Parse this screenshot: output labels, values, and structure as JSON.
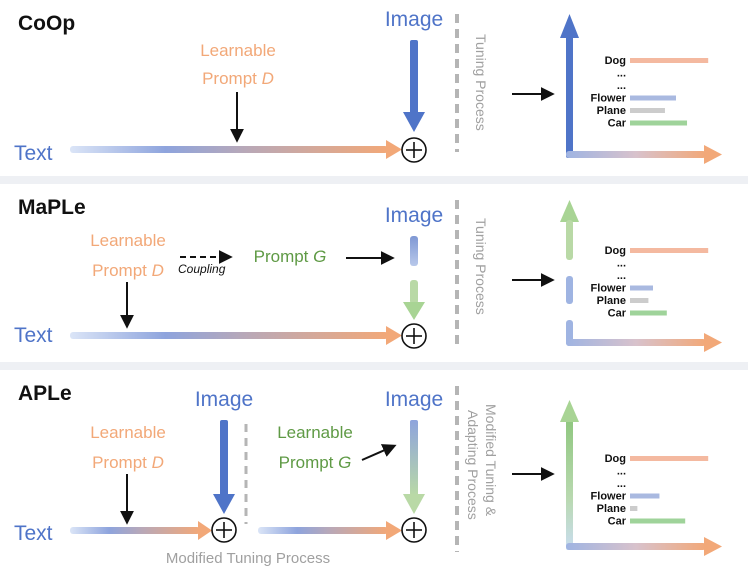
{
  "colors": {
    "panel_bg": "#ffffff",
    "separator": "#eef0f4",
    "blue": "#4f74c8",
    "orange": "#f2a878",
    "green": "#5f9a45",
    "gray": "#9a9a9a",
    "bar_dog": "#f4b9a0",
    "bar_flower": "#a9b9e0",
    "bar_plane": "#cccccc",
    "bar_car": "#9fd39a"
  },
  "coop": {
    "title": "CoOp",
    "prompt_line1": "Learnable",
    "prompt_word": "Prompt",
    "prompt_var": "D",
    "image_label": "Image",
    "text_label": "Text",
    "process_label": "Tuning Process",
    "classes": [
      {
        "name": "Dog",
        "score": 0.85
      },
      {
        "name": "...",
        "score": null
      },
      {
        "name": "...",
        "score": null
      },
      {
        "name": "Flower",
        "score": 0.5
      },
      {
        "name": "Plane",
        "score": 0.38
      },
      {
        "name": "Car",
        "score": 0.62
      }
    ]
  },
  "maple": {
    "title": "MaPLe",
    "prompt_line1": "Learnable",
    "prompt_word": "Prompt",
    "prompt_var": "D",
    "coupling_label": "Coupling",
    "prompt_g_word": "Prompt",
    "prompt_g_var": "G",
    "image_label": "Image",
    "text_label": "Text",
    "process_label": "Tuning Process",
    "classes": [
      {
        "name": "Dog",
        "score": 0.85
      },
      {
        "name": "...",
        "score": null
      },
      {
        "name": "...",
        "score": null
      },
      {
        "name": "Flower",
        "score": 0.25
      },
      {
        "name": "Plane",
        "score": 0.2
      },
      {
        "name": "Car",
        "score": 0.4
      }
    ]
  },
  "aple": {
    "title": "APLe",
    "prompt_line1": "Learnable",
    "prompt_word": "Prompt",
    "prompt_var": "D",
    "image_label_1": "Image",
    "image_label_2": "Image",
    "prompt_g_line1": "Learnable",
    "prompt_g_word": "Prompt",
    "prompt_g_var": "G",
    "text_label": "Text",
    "bottom_label": "Modified Tuning  Process",
    "process_label_1": "Modified Tuning  &",
    "process_label_2": "Adapting Process",
    "classes": [
      {
        "name": "Dog",
        "score": 0.85
      },
      {
        "name": "...",
        "score": null
      },
      {
        "name": "...",
        "score": null
      },
      {
        "name": "Flower",
        "score": 0.32
      },
      {
        "name": "Plane",
        "score": 0.08
      },
      {
        "name": "Car",
        "score": 0.6
      }
    ]
  }
}
